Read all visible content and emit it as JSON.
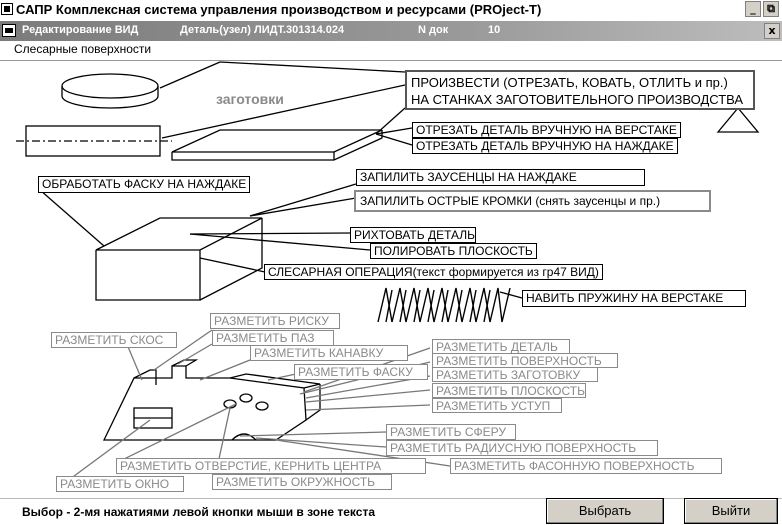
{
  "window": {
    "title": "САПР Комплексная система управления производством и ресурсами  (PROject-T)",
    "minimize_glyph": "_",
    "restore_glyph": "⧉",
    "close_glyph": "x"
  },
  "subbar": {
    "mode": "Редактирование ВИД",
    "part": "Деталь(узел) ЛИДТ.301314.024",
    "doc_label": "N док",
    "doc_number": "10"
  },
  "section_title": "Слесарные поверхности",
  "labels": {
    "zagotovki": "заготовки",
    "proizvesti_line1": "ПРОИЗВЕСТИ  (ОТРЕЗАТЬ, КОВАТЬ, ОТЛИТЬ и пр.)",
    "proizvesti_line2": "НА СТАНКАХ ЗАГОТОВИТЕЛЬНОГО ПРОИЗВОДСТВА",
    "otrezat_verstak": "ОТРЕЗАТЬ ДЕТАЛЬ ВРУЧНУЮ НА ВЕРСТАКЕ",
    "otrezat_nazhdak": "ОТРЕЗАТЬ ДЕТАЛЬ ВРУЧНУЮ НА НАЖДАКЕ",
    "faska_nazhdak": "ОБРАБОТАТЬ ФАСКУ НА НАЖДАКЕ",
    "zausency": "ЗАПИЛИТЬ ЗАУСЕНЦЫ НА НАЖДАКЕ",
    "kromki": "ЗАПИЛИТЬ ОСТРЫЕ КРОМКИ (снять заусенцы и пр.)",
    "rihtovat": "РИХТОВАТЬ ДЕТАЛЬ",
    "polirovat": "ПОЛИРОВАТЬ ПЛОСКОСТЬ",
    "slesarnaya": "СЛЕСАРНАЯ ОПЕРАЦИЯ(текст формируется из гр47 ВИД)",
    "pruzhina": "НАВИТЬ ПРУЖИНУ НА ВЕРСТАКЕ",
    "riska": "РАЗМЕТИТЬ РИСКУ",
    "skos": "РАЗМЕТИТЬ СКОС",
    "paz": "РАЗМЕТИТЬ ПАЗ",
    "kanavka": "РАЗМЕТИТЬ КАНАВКУ",
    "faska": "РАЗМЕТИТЬ ФАСКУ",
    "detal": "РАЗМЕТИТЬ ДЕТАЛЬ",
    "poverhnost": "РАЗМЕТИТЬ ПОВЕРХНОСТЬ",
    "zagotovku": "РАЗМЕТИТЬ ЗАГОТОВКУ",
    "ploskost": "РАЗМЕТИТЬ ПЛОСКОСТЬ",
    "ustup": "РАЗМЕТИТЬ УСТУП",
    "sfera": "РАЗМЕТИТЬ СФЕРУ",
    "radiusnaya": "РАЗМЕТИТЬ РАДИУСНУЮ ПОВЕРХНОСТЬ",
    "fasonnaya": "РАЗМЕТИТЬ ФАСОННУЮ ПОВЕРХНОСТЬ",
    "otverstie": "РАЗМЕТИТЬ ОТВЕРСТИЕ, КЕРНИТЬ ЦЕНТРА",
    "okno": "РАЗМЕТИТЬ ОКНО",
    "okruzhnost": "РАЗМЕТИТЬ ОКРУЖНОСТЬ"
  },
  "status": {
    "text": "Выбор - 2-мя нажатиями левой кнопки мыши в зоне текста",
    "select_button": "Выбрать",
    "exit_button": "Выйти"
  }
}
